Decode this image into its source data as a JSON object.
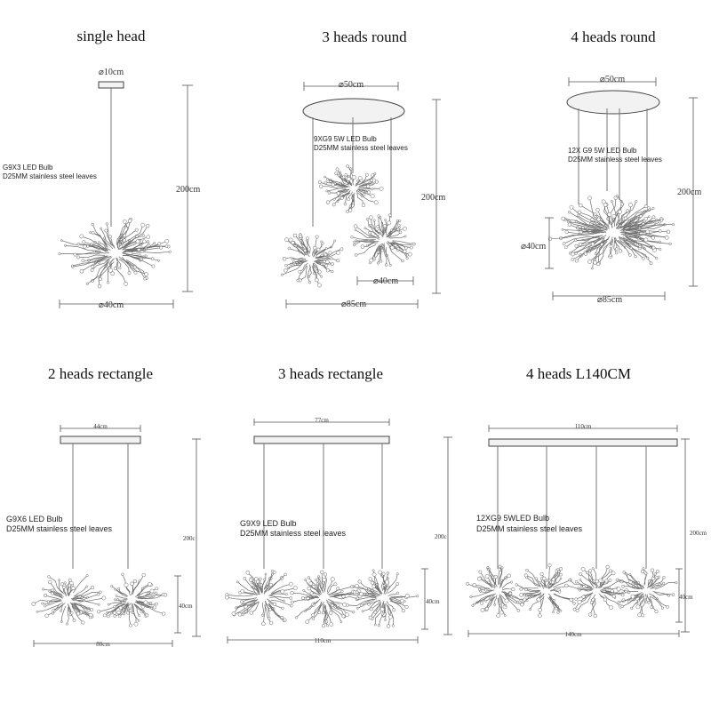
{
  "panels": [
    {
      "title": "single head",
      "note_lines": [
        "G9X3 LED Bulb",
        "D25MM stainless steel leaves"
      ],
      "dims": {
        "canopy": "⌀10cm",
        "height": "200cm",
        "width": "⌀40cm"
      }
    },
    {
      "title": "3 heads round",
      "note_lines": [
        "9XG9  5W LED Bulb",
        "D25MM stainless steel leaves"
      ],
      "dims": {
        "canopy": "⌀50cm",
        "height": "200cm",
        "head": "⌀40cm",
        "width": "⌀85cm"
      }
    },
    {
      "title": "4 heads round",
      "note_lines": [
        "12X G9 5W LED Bulb",
        "D25MM stainless steel leaves"
      ],
      "dims": {
        "canopy": "⌀50cm",
        "height": "200cm",
        "head": "⌀40cm",
        "width": "⌀85cm"
      }
    },
    {
      "title": "2 heads rectangle",
      "note_lines": [
        "G9X6 LED Bulb",
        "D25MM stainless steel leaves"
      ],
      "dims": {
        "canopy": "44cm",
        "height": "200c",
        "head": "40cm",
        "width": "80cm"
      }
    },
    {
      "title": "3 heads rectangle",
      "note_lines": [
        "G9X9 LED Bulb",
        "D25MM stainless steel leaves"
      ],
      "dims": {
        "canopy": "77cm",
        "height": "200c",
        "head": "40cm",
        "width": "110cm"
      }
    },
    {
      "title": "4 heads L140CM",
      "note_lines": [
        "12XG9 5WLED Bulb",
        "D25MM stainless steel leaves"
      ],
      "dims": {
        "canopy": "110cm",
        "height": "200cm",
        "head": "40cm",
        "width": "140cm"
      }
    }
  ]
}
